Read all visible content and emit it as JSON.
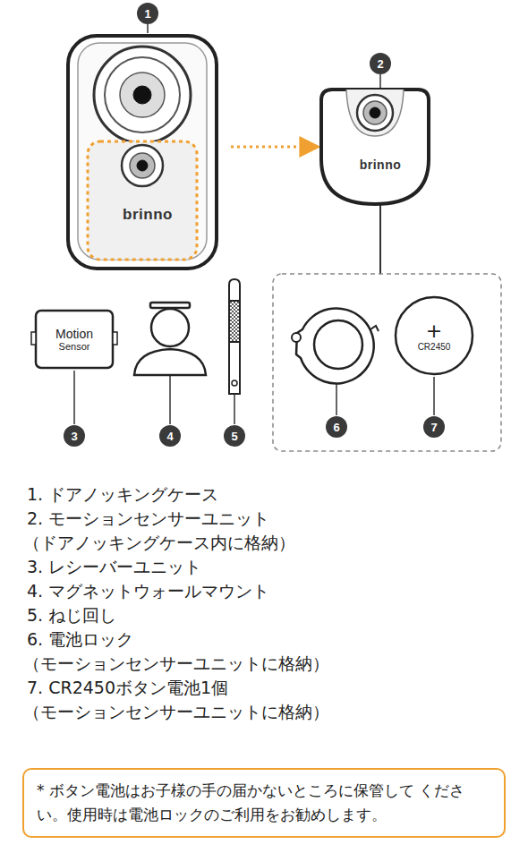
{
  "diagram": {
    "nodes": [
      {
        "text": [
          "brinno"
        ]
      },
      {
        "text": [
          "brinno"
        ]
      },
      {
        "text": [
          "Motion",
          "Sensor"
        ]
      },
      {
        "text": [
          "+",
          "CR2450"
        ]
      },
      {
        "text": [
          "* ボタン電池はお子様の手の届かないところに保管して ください。使用時は電池ロックのご利用をお勧めします。"
        ]
      }
    ],
    "edges": [
      {
        "from": 0,
        "to": 1,
        "arrow": "to"
      }
    ],
    "labels": [
      "1",
      "2",
      "3",
      "4",
      "5",
      "6",
      "7",
      "1. ドアノッキングケース",
      "2. モーションセンサーユニット",
      "（ドアノッキングケース内に格納）",
      "3. レシーバーユニット",
      "4. マグネットウォールマウント",
      "5. ねじ回し",
      "6. 電池ロック",
      "（モーションセンサーユニットに格納）",
      "7. CR2450ボタン電池1個",
      "（モーションセンサーユニットに格納）"
    ]
  }
}
